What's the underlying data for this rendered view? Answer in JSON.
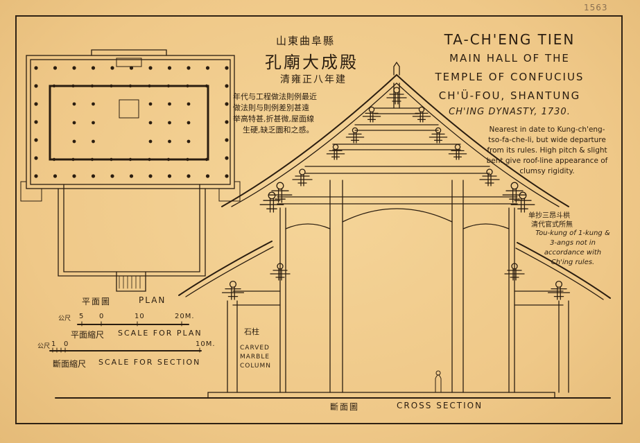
{
  "sheet_number": "1563",
  "heading_cn": {
    "location": "山東曲阜縣",
    "building": "孔廟大成殿",
    "date": "清雍正八年建"
  },
  "note_cn": [
    "年代与工程做法則例最近",
    "做法則与則例差別甚遠",
    "举高特甚,折甚微,屋面線",
    "生硬,缺乏圜和之感。"
  ],
  "title": {
    "line1": "TA-CH'ENG TIEN",
    "line2": "MAIN HALL OF THE",
    "line3": "TEMPLE OF CONFUCIUS",
    "line4": "CH'Ü-FOU, SHANTUNG",
    "dynasty": "CH'ING DYNASTY, 1730."
  },
  "note_en": "Nearest in date to Kung-ch'eng-tso-fa-che-li, but wide departure from its rules. High pitch & slight bent give roof-line appearance of clumsy rigidity.",
  "bracket_note": {
    "cn_line1": "单抄三昂斗栱",
    "cn_line2": "清代官式所無",
    "en": "Tou-kung of 1-kung & 3-angs not in accordance with Ch'ing rules."
  },
  "column_label": {
    "cn": "石柱",
    "en": "CARVED MARBLE COLUMN"
  },
  "plan_label": {
    "cn": "平面圖",
    "en": "PLAN"
  },
  "scale_plan": {
    "unit_cn": "公尺",
    "ticks": [
      "5",
      "0",
      "10",
      "20M."
    ],
    "label_cn": "平面縮尺",
    "label_en": "SCALE FOR PLAN"
  },
  "scale_section": {
    "unit_cn": "公尺",
    "ticks": [
      "1",
      "0",
      "10M."
    ],
    "label_cn": "斷面縮尺",
    "label_en": "SCALE FOR SECTION"
  },
  "section_label": {
    "cn": "斷面圖",
    "en": "CROSS SECTION"
  },
  "colors": {
    "paper": "#f1cc8c",
    "ink": "#2a1d10"
  }
}
